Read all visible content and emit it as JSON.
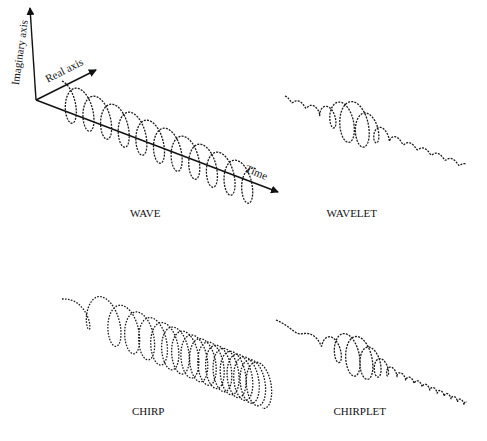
{
  "diagram": {
    "labels": [
      "Imaginary axis",
      "Real axis",
      "Time",
      "WAVE",
      "WAVELET",
      "CHIRP",
      "CHIRPLET"
    ]
  }
}
